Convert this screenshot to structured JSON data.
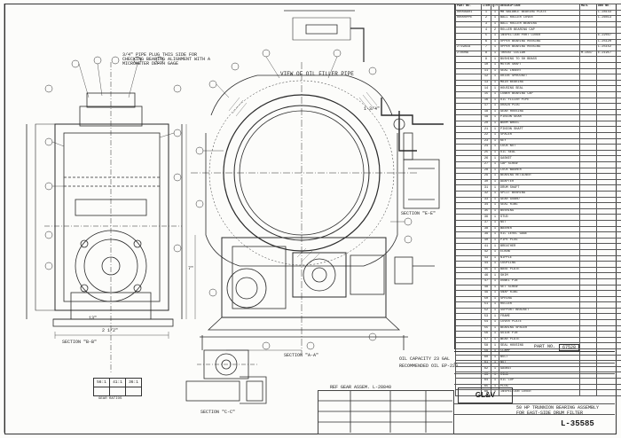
{
  "parts_header": [
    "PART NO.",
    "ITEM",
    "QTY",
    "DESCRIPTION",
    "MATL",
    "DWG NO.",
    ""
  ],
  "parts": [
    [
      "0000AA01",
      "1",
      "1",
      "MB BALANCE BEARING PLATE",
      "",
      "L-28143",
      ""
    ],
    [
      "00000PPE",
      "2",
      "1",
      "BALL ROLLER COVER",
      "",
      "L-26013",
      ""
    ],
    [
      "",
      "3",
      "1",
      "BALL ROLLER BEARING",
      "",
      "",
      ""
    ],
    [
      "",
      "4",
      "2",
      "ROLLER BEARING CAP",
      "",
      "",
      ""
    ],
    [
      "",
      "5",
      "1",
      "INSPECTION PORT COVER",
      "",
      "E-22047",
      ""
    ],
    [
      "",
      "6",
      "1",
      "UPPER BEARING HOUSING",
      "",
      "L-25120",
      ""
    ],
    [
      "2719A1A",
      "7",
      "1",
      "UPPER BEARING HOUSING",
      "",
      "L-25152",
      ""
    ],
    [
      "2780HA",
      "8",
      "1",
      "THRUST COLLAR",
      "M-2847",
      "E-21957",
      ""
    ],
    [
      "",
      "9",
      "1",
      "BUSHING TO SH BRASS",
      "",
      "",
      ""
    ],
    [
      "",
      "10",
      "1",
      "MOTOR SHAFT",
      "",
      "",
      ""
    ],
    [
      "",
      "11",
      "1",
      "SEAL INSERT",
      "",
      "",
      ""
    ],
    [
      "",
      "12",
      "1",
      "DRIVE SPROCKET",
      "",
      "",
      ""
    ],
    [
      "",
      "13",
      "1",
      "MAIN BEARING",
      "",
      "",
      ""
    ],
    [
      "",
      "14",
      "1",
      "HOUSING SEAL",
      "",
      "",
      ""
    ],
    [
      "",
      "15",
      "1",
      "LOWER BEARING CAP",
      "",
      "",
      ""
    ],
    [
      "",
      "16",
      "1",
      "OIL FILLER PIPE",
      "",
      "",
      ""
    ],
    [
      "",
      "17",
      "1",
      "DRAIN PLUG",
      "",
      "",
      ""
    ],
    [
      "",
      "18",
      "1",
      "GEAR HOUSING",
      "",
      "",
      ""
    ],
    [
      "",
      "19",
      "1",
      "PINION GEAR",
      "",
      "",
      ""
    ],
    [
      "",
      "20",
      "1",
      "WORM WHEEL",
      "",
      "",
      ""
    ],
    [
      "",
      "21",
      "1",
      "PINION SHAFT",
      "",
      "",
      ""
    ],
    [
      "",
      "22",
      "1",
      "SPACER",
      "",
      "",
      ""
    ],
    [
      "",
      "23",
      "1",
      "KEY",
      "",
      "",
      ""
    ],
    [
      "",
      "24",
      "1",
      "LOCK NUT",
      "",
      "",
      ""
    ],
    [
      "",
      "25",
      "1",
      "OIL SEAL",
      "",
      "",
      ""
    ],
    [
      "",
      "26",
      "1",
      "GASKET",
      "",
      "",
      ""
    ],
    [
      "",
      "27",
      "1",
      "CAP SCREW",
      "",
      "",
      ""
    ],
    [
      "",
      "28",
      "1",
      "LOCK WASHER",
      "",
      "",
      ""
    ],
    [
      "",
      "29",
      "1",
      "BEARING RETAINER",
      "",
      "",
      ""
    ],
    [
      "",
      "30",
      "1",
      "ADAPTER",
      "",
      "",
      ""
    ],
    [
      "",
      "31",
      "1",
      "DRUM SHAFT",
      "",
      "",
      ""
    ],
    [
      "",
      "32",
      "1",
      "SPLIT BUSHING",
      "",
      "",
      ""
    ],
    [
      "",
      "33",
      "1",
      "GEAR GUARD",
      "",
      "",
      ""
    ],
    [
      "",
      "34",
      "1",
      "SEAL RING",
      "",
      "",
      ""
    ],
    [
      "",
      "35",
      "1",
      "BUSHING",
      "",
      "",
      ""
    ],
    [
      "",
      "36",
      "1",
      "STUD",
      "",
      "",
      ""
    ],
    [
      "",
      "37",
      "1",
      "NUT",
      "",
      "",
      ""
    ],
    [
      "",
      "38",
      "1",
      "WASHER",
      "",
      "",
      ""
    ],
    [
      "",
      "39",
      "1",
      "OIL LEVEL GAGE",
      "",
      "",
      ""
    ],
    [
      "",
      "40",
      "1",
      "PIPE PLUG",
      "",
      "",
      ""
    ],
    [
      "",
      "41",
      "1",
      "BREATHER",
      "",
      "",
      ""
    ],
    [
      "",
      "42",
      "1",
      "ELBOW",
      "",
      "",
      ""
    ],
    [
      "",
      "43",
      "1",
      "NIPPLE",
      "",
      "",
      ""
    ],
    [
      "",
      "44",
      "1",
      "COUPLING",
      "",
      "",
      ""
    ],
    [
      "",
      "45",
      "1",
      "BASE PLATE",
      "",
      "",
      ""
    ],
    [
      "",
      "46",
      "1",
      "SHIM",
      "",
      "",
      ""
    ],
    [
      "",
      "47",
      "1",
      "DOWEL PIN",
      "",
      "",
      ""
    ],
    [
      "",
      "48",
      "1",
      "SET SCREW",
      "",
      "",
      ""
    ],
    [
      "",
      "49",
      "1",
      "SNAP RING",
      "",
      "",
      ""
    ],
    [
      "",
      "50",
      "1",
      "SPRING",
      "",
      "",
      ""
    ],
    [
      "",
      "51",
      "1",
      "ROLLER",
      "",
      "",
      ""
    ],
    [
      "",
      "52",
      "1",
      "SUPPORT BRACKET",
      "",
      "",
      ""
    ],
    [
      "",
      "53",
      "1",
      "FRAME",
      "",
      "",
      ""
    ],
    [
      "",
      "54",
      "1",
      "COVER PLATE",
      "",
      "",
      ""
    ],
    [
      "",
      "55",
      "1",
      "BEARING SPACER",
      "",
      "",
      ""
    ],
    [
      "",
      "56",
      "1",
      "GUIDE PIN",
      "",
      "",
      ""
    ],
    [
      "",
      "57",
      "1",
      "WEAR PLATE",
      "",
      "",
      ""
    ],
    [
      "",
      "58",
      "1",
      "SEAL HOUSING",
      "",
      "",
      ""
    ],
    [
      "",
      "59",
      "1",
      "CLAMP",
      "",
      "",
      ""
    ],
    [
      "",
      "60",
      "1",
      "BOLT",
      "",
      "",
      ""
    ],
    [
      "",
      "61",
      "1",
      "NUT",
      "",
      "",
      ""
    ],
    [
      "",
      "62",
      "1",
      "GASKET",
      "",
      "",
      ""
    ],
    [
      "",
      "63",
      "1",
      "RING",
      "",
      "",
      ""
    ],
    [
      "",
      "64",
      "1",
      "OIL CUP",
      "",
      "",
      ""
    ],
    [
      "",
      "65",
      "1",
      "PLUG",
      "",
      "",
      ""
    ],
    [
      "",
      "66",
      "1",
      "INSPECTION COVER",
      "",
      "",
      ""
    ]
  ],
  "labels": {
    "view_oil_filler": "VIEW OF OIL FILLER PIPE",
    "section_ee": "SECTION \"E-E\"",
    "section_bb": "SECTION \"B-B\"",
    "section_aa": "SECTION \"A-A\"",
    "section_cc": "SECTION \"C-C\"",
    "note_sight": "3/4\" PIPE PLUG THIS SIDE FOR CHECKING BEARING ALIGNMENT WITH A MICROMETER DEPTH GAGE",
    "oil_capacity": "OIL CAPACITY 23 GAL",
    "recommended": "RECOMMENDED OIL EP-220",
    "part_no_label": "PART NO.",
    "part_no": "67528",
    "ref_gear": "REF GEAR ASSEM. L-28840",
    "gear_ratios": "GEAR RATIOS",
    "gear_r1": "56:1",
    "gear_r2": "41:1",
    "gear_r3": "36:1",
    "title_main": "50 HP TRUNNION BEARING ASSEMBLY",
    "title_sub": "FOR EAST-SIDE DRUM FILTER",
    "logo": "GL&V",
    "drawing_no": "L-35585",
    "dim_1": "1 3/4\"",
    "dim_2": "2 1/2\"",
    "dim_3": "13\"",
    "dim_4": "7\""
  }
}
